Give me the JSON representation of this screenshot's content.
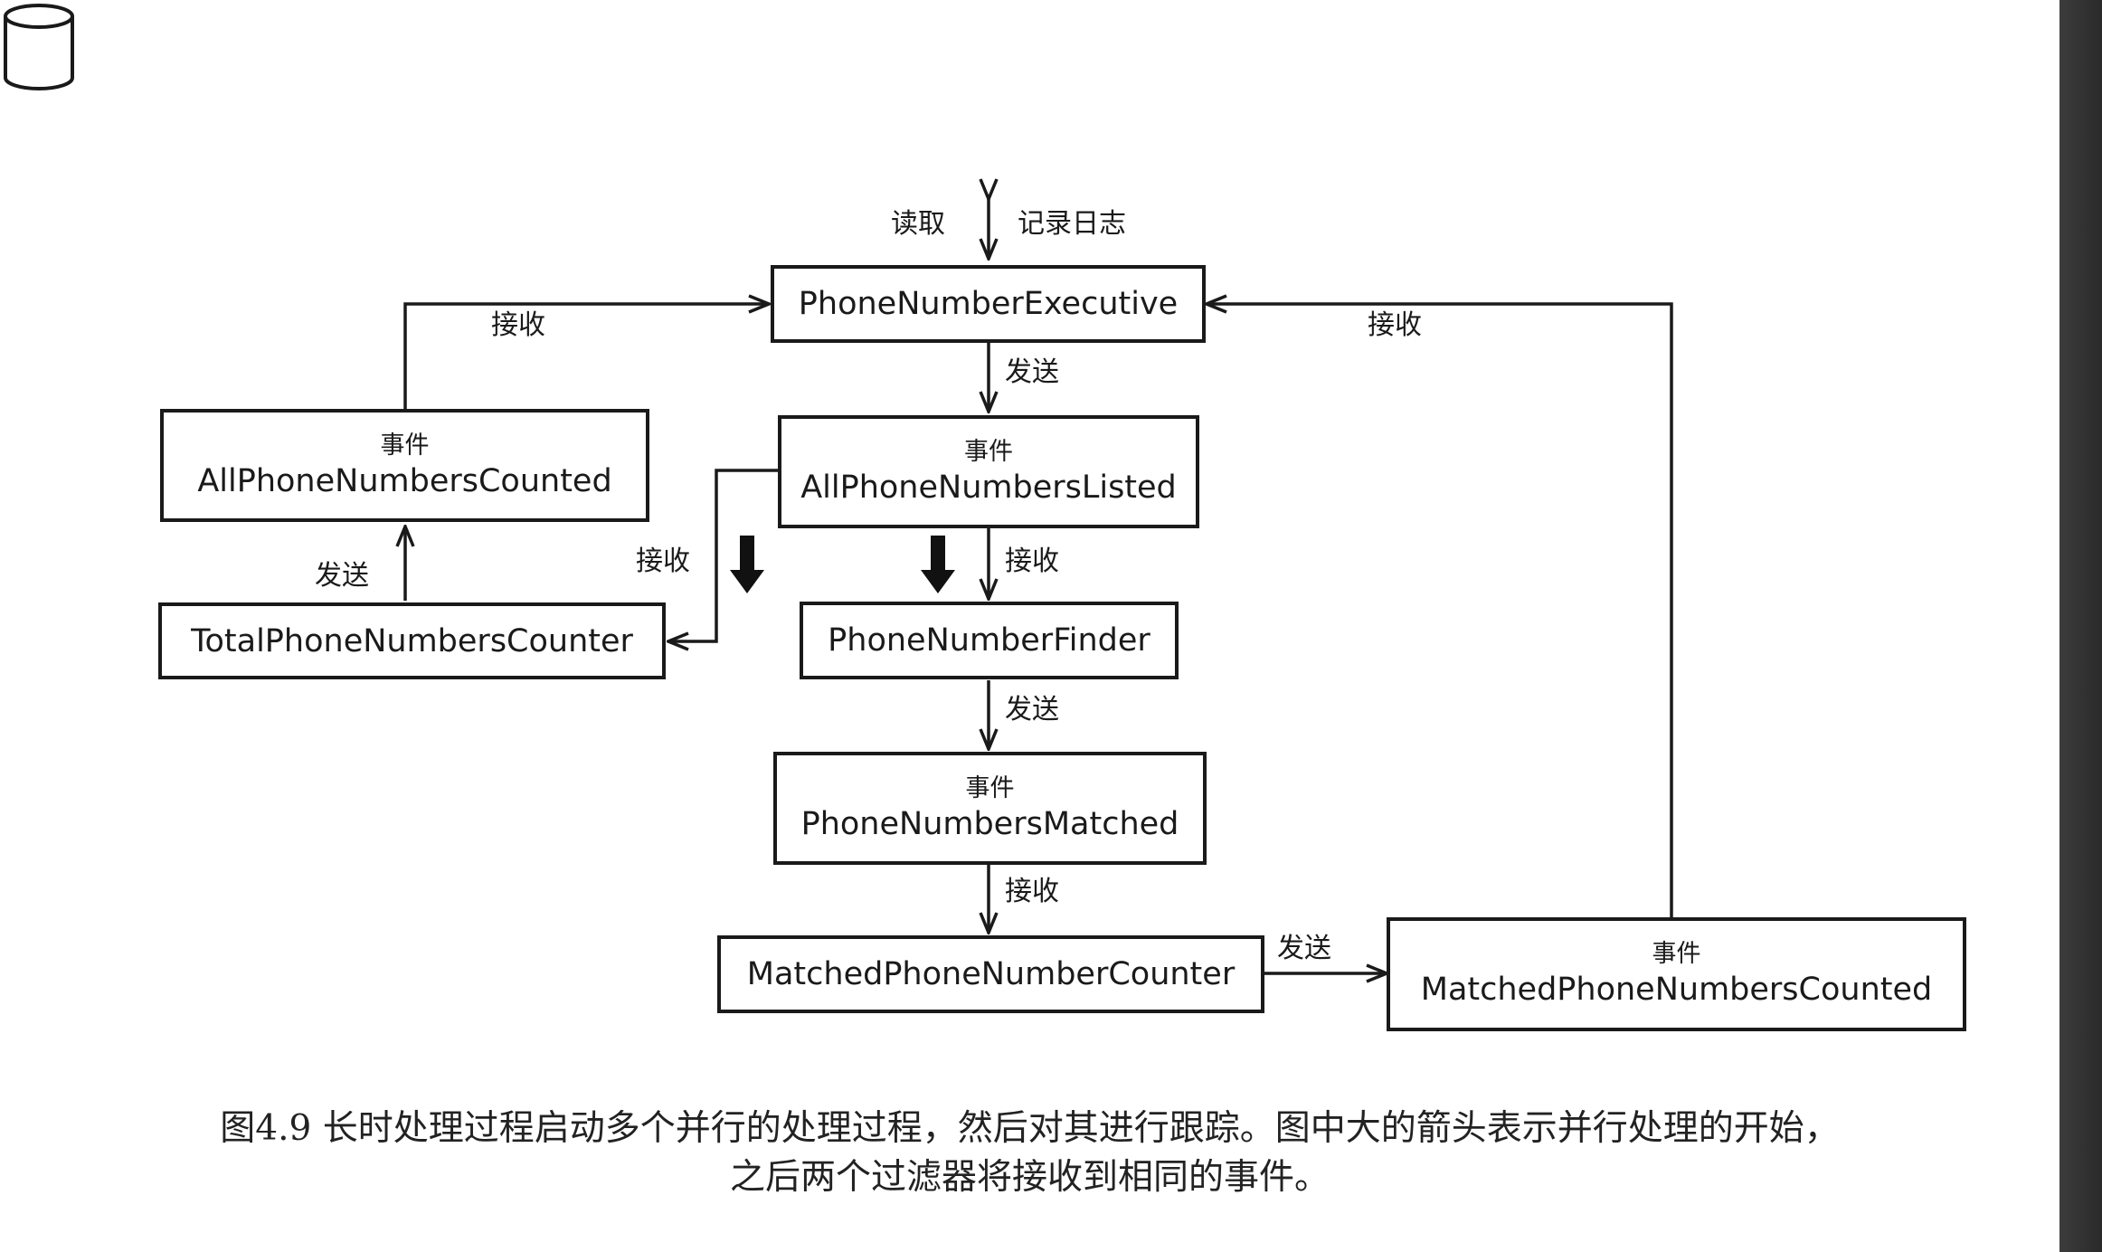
{
  "diagram": {
    "store_read_label": "读取",
    "store_log_label": "记录日志",
    "nodes": {
      "executive": {
        "name": "PhoneNumberExecutive"
      },
      "all_counted": {
        "kind": "事件",
        "name": "AllPhoneNumbersCounted"
      },
      "all_listed": {
        "kind": "事件",
        "name": "AllPhoneNumbersListed"
      },
      "total_counter": {
        "name": "TotalPhoneNumbersCounter"
      },
      "finder": {
        "name": "PhoneNumberFinder"
      },
      "matched": {
        "kind": "事件",
        "name": "PhoneNumbersMatched"
      },
      "matched_counter": {
        "name": "MatchedPhoneNumberCounter"
      },
      "matched_counted": {
        "kind": "事件",
        "name": "MatchedPhoneNumbersCounted"
      }
    },
    "edges": {
      "left_receive": "接收",
      "right_receive": "接收",
      "exec_send": "发送",
      "total_send": "发送",
      "total_receive": "接收",
      "finder_receive": "接收",
      "finder_send": "发送",
      "matched_receive": "接收",
      "counter_send": "发送"
    }
  },
  "caption": {
    "line1": "图4.9 长时处理过程启动多个并行的处理过程，然后对其进行跟踪。图中大的箭头表示并行处理的开始，",
    "line2": "之后两个过滤器将接收到相同的事件。"
  },
  "colors": {
    "ink": "#1a1a1a",
    "scrollbar": "#333333",
    "background": "#ffffff"
  }
}
